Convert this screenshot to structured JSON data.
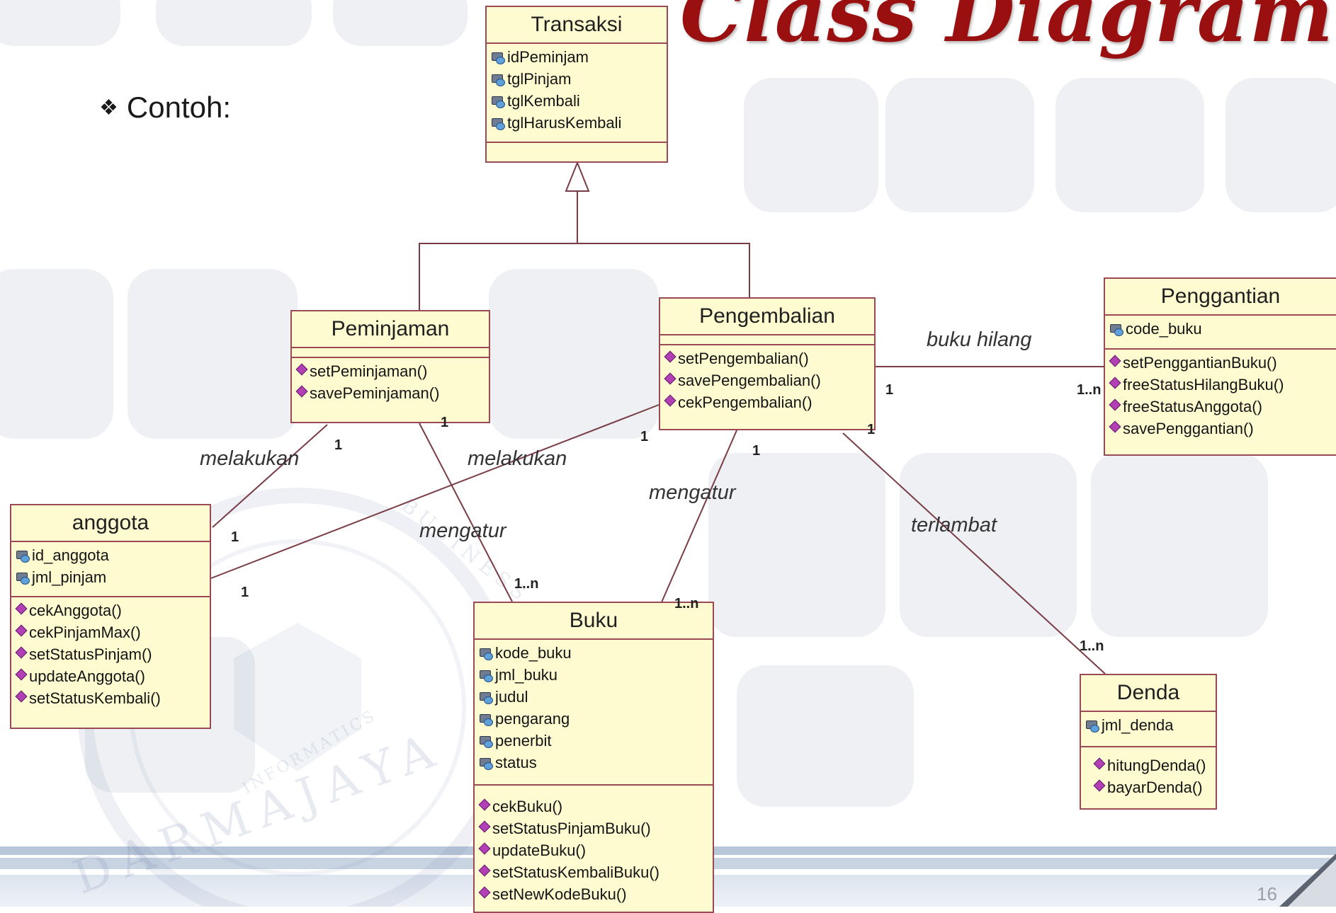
{
  "slide": {
    "title": "Class Diagram",
    "bullet_glyph": "❖",
    "bullet_text": "Contoh:",
    "page_number": "16",
    "watermark_ring": "BUSINESS INSTITUTE",
    "watermark_lower": "DARMAJAYA",
    "watermark_inner": "INFORMATICS"
  },
  "classes": {
    "transaksi": {
      "name": "Transaksi",
      "attributes": [
        "idPeminjam",
        "tglPinjam",
        "tglKembali",
        "tglHarusKembali"
      ],
      "operations": []
    },
    "peminjaman": {
      "name": "Peminjaman",
      "attributes": [],
      "operations": [
        "setPeminjaman()",
        "savePeminjaman()"
      ]
    },
    "pengembalian": {
      "name": "Pengembalian",
      "attributes": [],
      "operations": [
        "setPengembalian()",
        "savePengembalian()",
        "cekPengembalian()"
      ]
    },
    "penggantian": {
      "name": "Penggantian",
      "attributes": [
        "code_buku"
      ],
      "operations": [
        "setPenggantianBuku()",
        "freeStatusHilangBuku()",
        "freeStatusAnggota()",
        "savePenggantian()"
      ]
    },
    "anggota": {
      "name": "anggota",
      "attributes": [
        "id_anggota",
        "jml_pinjam"
      ],
      "operations": [
        "cekAnggota()",
        "cekPinjamMax()",
        "setStatusPinjam()",
        "updateAnggota()",
        "setStatusKembali()"
      ]
    },
    "buku": {
      "name": "Buku",
      "attributes": [
        "kode_buku",
        "jml_buku",
        "judul",
        "pengarang",
        "penerbit",
        "status"
      ],
      "operations": [
        "cekBuku()",
        "setStatusPinjamBuku()",
        "updateBuku()",
        "setStatusKembaliBuku()",
        "setNewKodeBuku()"
      ]
    },
    "denda": {
      "name": "Denda",
      "attributes": [
        "jml_denda"
      ],
      "operations": [
        "hitungDenda()",
        "bayarDenda()"
      ]
    }
  },
  "associations": {
    "peminjaman_anggota": {
      "label": "melakukan",
      "mult_a": "1",
      "mult_b": "1"
    },
    "pengembalian_anggota": {
      "label": "melakukan",
      "mult_a": "1",
      "mult_b": "1"
    },
    "peminjaman_buku": {
      "label": "mengatur",
      "mult_a": "1",
      "mult_b": "1..n"
    },
    "pengembalian_buku": {
      "label": "mengatur",
      "mult_a": "1",
      "mult_b": "1..n"
    },
    "pengembalian_penggantian": {
      "label": "buku hilang",
      "mult_a": "1",
      "mult_b": "1..n"
    },
    "pengembalian_denda": {
      "label": "terlambat",
      "mult_a": "1",
      "mult_b": "1..n"
    }
  }
}
